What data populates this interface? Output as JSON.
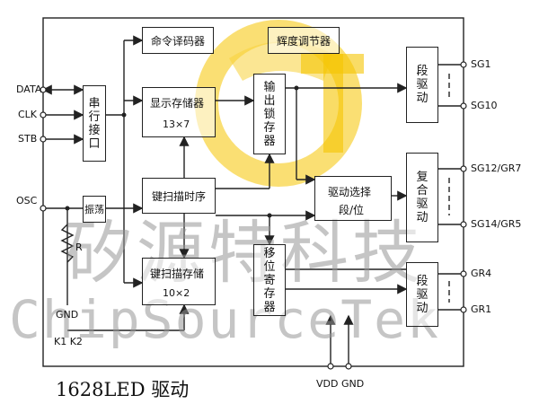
{
  "diagram": {
    "caption": "1628LED 驱动",
    "blocks": {
      "serial": "串行接口",
      "cmd_decoder": "命令译码器",
      "brightness": "辉度调节器",
      "display_mem": "显示存储器",
      "display_mem_size": "13×7",
      "output_latch": "输出锁存器",
      "seg_driver_top": "段驱动",
      "osc": "振荡",
      "key_scan_timing": "键扫描时序",
      "drive_select": "驱动选择",
      "drive_select_2": "段/位",
      "combo_driver": "复合驱动",
      "shift_reg": "移位寄存器",
      "key_scan_mem": "键扫描存储",
      "key_scan_mem_size": "10×2",
      "seg_driver_bottom": "段驱动"
    },
    "pins_left": {
      "data": "DATA",
      "clk": "CLK",
      "stb": "STB",
      "osc": "OSC",
      "r": "R",
      "gnd": "GND",
      "k1k2": "K1  K2"
    },
    "pins_right": {
      "sg1": "SG1",
      "sg10": "SG10",
      "sg12": "SG12/GR7",
      "sg14": "SG14/GR5",
      "gr4": "GR4",
      "gr1": "GR1"
    },
    "pins_bottom": {
      "vdd_gnd": "VDD GND"
    }
  },
  "watermark": {
    "cn": "矽源特科技",
    "en": "ChipSourceTek",
    "logo_colors": [
      "#f5c400",
      "#f7d23a"
    ]
  },
  "colors": {
    "line": "#222222",
    "watermark": "#999999"
  }
}
